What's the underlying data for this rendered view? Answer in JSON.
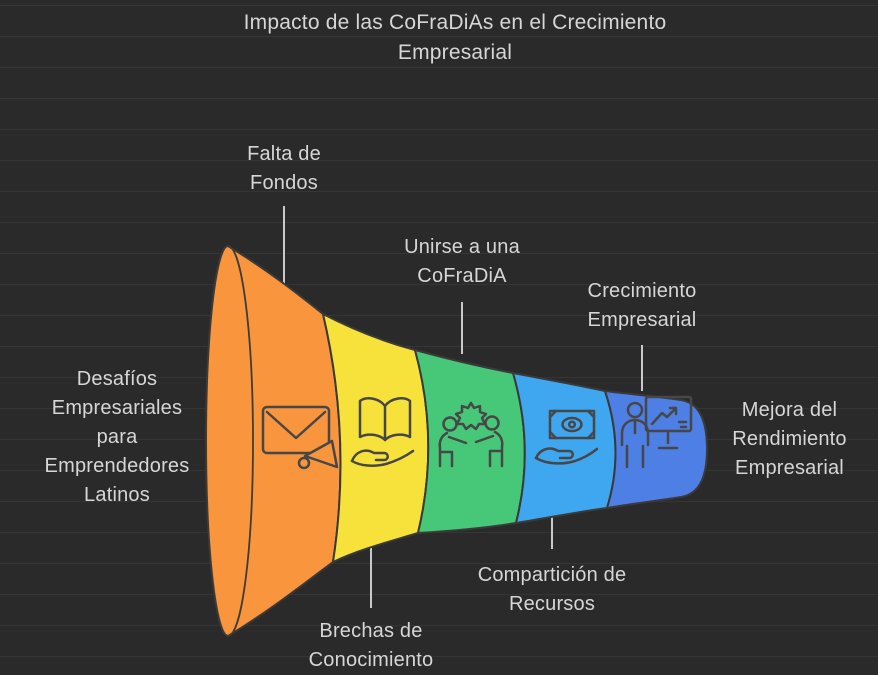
{
  "title": "Impacto de las CoFraDiAs en el Crecimiento Empresarial",
  "diagram": {
    "type": "funnel",
    "direction": "left-to-right",
    "input_label": "Desafíos Empresariales para Emprendedores Latinos",
    "output_label": "Mejora del Rendimiento Empresarial",
    "stages": [
      {
        "label": "Falta de Fondos",
        "color": "#F8953D",
        "icon": "envelope-megaphone-icon",
        "label_position": "top"
      },
      {
        "label": "Brechas de Conocimiento",
        "color": "#F6E23A",
        "icon": "book-hand-icon",
        "label_position": "bottom"
      },
      {
        "label": "Unirse a una CoFraDiA",
        "color": "#46C878",
        "icon": "people-gear-icon",
        "label_position": "top"
      },
      {
        "label": "Compartición de Recursos",
        "color": "#3FA6F0",
        "icon": "money-hand-icon",
        "label_position": "bottom"
      },
      {
        "label": "Crecimiento Empresarial",
        "color": "#4E7FE4",
        "icon": "presenter-chart-icon",
        "label_position": "top"
      }
    ],
    "colors": {
      "background": "#2A2A2B",
      "text": "#D6D6D6",
      "outline": "#3A3A38",
      "icon_stroke": "#474747",
      "connector": "#C9C9C9"
    }
  }
}
